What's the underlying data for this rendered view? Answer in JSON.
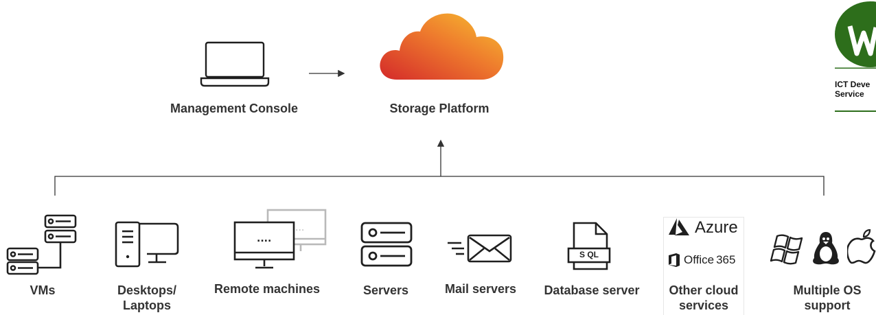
{
  "top": {
    "console_label": "Management Console",
    "storage_label": "Storage Platform"
  },
  "logo": {
    "line1": "ICT Deve",
    "line2": "Service",
    "brand_color": "#2d6e1b"
  },
  "sources": [
    {
      "label": "VMs"
    },
    {
      "label": "Desktops/",
      "label2": "Laptops"
    },
    {
      "label": "Remote machines"
    },
    {
      "label": "Servers"
    },
    {
      "label": "Mail servers"
    },
    {
      "label": "Database server",
      "badge": "S QL"
    },
    {
      "label": "Other cloud",
      "label2": "services",
      "azure": "Azure",
      "office": "Office",
      "office_ver": "365"
    },
    {
      "label": "Multiple OS",
      "label2": "support"
    }
  ],
  "colors": {
    "icon": "#1f1f1f",
    "cloud_start": "#d42a2a",
    "cloud_end": "#f7c12f",
    "line": "#333333"
  }
}
